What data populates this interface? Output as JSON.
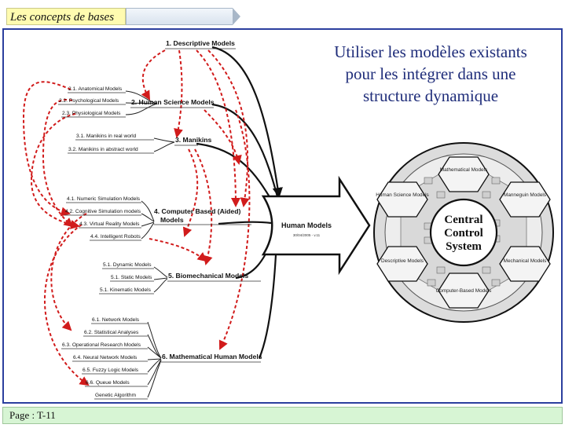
{
  "window": {
    "tab_title": "Les concepts de bases",
    "page_label": "Page : T-11"
  },
  "slide": {
    "headline_lines": [
      "Utiliser les modèles existants",
      "pour les intégrer dans une",
      "structure dynamique"
    ]
  },
  "diagram": {
    "main_nodes": [
      "1. Descriptive Models",
      "2. Human Science Models",
      "3. Manikins",
      "4. Computer Based (Aided)",
      "Models",
      "5. Biomechanical Models",
      "6. Mathematical Human Models"
    ],
    "sub_items": [
      "2.1. Anatomical Models",
      "2.2. Psychological Models",
      "2.3. Physiological Models",
      "3.1. Manikins in real world",
      "3.2. Manikins in abstract world",
      "4.1. Numeric Simulation Models",
      "4.2. Cognitive Simulation models",
      "4.3. Virtual Reality Models",
      "4.4. Intelligent Robots",
      "5.1. Dynamic Models",
      "5.1. Static Models",
      "5.1. Kinematic Models",
      "6.1. Network Models",
      "6.2. Statistical Analyses",
      "6.3. Operational Research Models",
      "6.4. Neural Network Models",
      "6.5. Fuzzy Logic Models",
      "6.6. Queue Models",
      "Genetic Algorithm"
    ],
    "arrow_title": "Human Models",
    "arrow_subtitle": "30/04/2005 - v.11"
  },
  "wheel": {
    "center_lines": [
      "Central",
      "Control",
      "System"
    ],
    "segments": [
      "Mathematical Models",
      "Manneguin Models",
      "Mechanical Models",
      "Computer-Based Models",
      "Descriptive Models",
      "Human Science Models"
    ]
  },
  "colors": {
    "frame_border": "#2b3f9e",
    "headline": "#1f2d7a",
    "tab_highlight": "#fffbb0",
    "status_bar": "#d7f5d4",
    "red_link": "#d11b1b"
  }
}
